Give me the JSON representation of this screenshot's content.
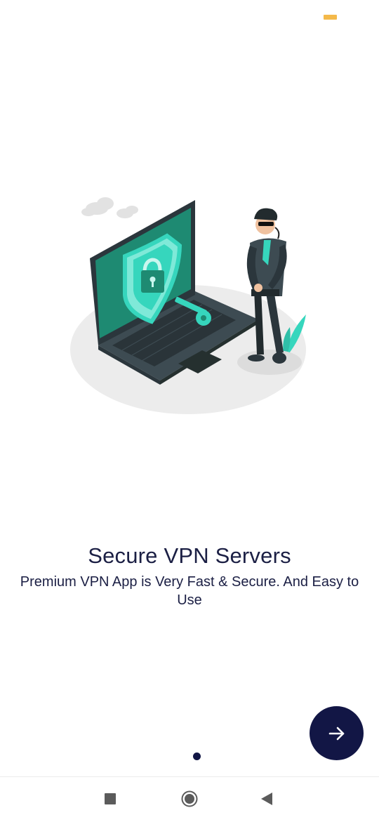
{
  "onboarding": {
    "title": "Secure VPN Servers",
    "subtitle": "Premium VPN App is Very Fast & Secure. And Easy to Use",
    "next_icon": "arrow-right-icon",
    "page_count": 1,
    "active_page": 1
  },
  "icons": {
    "status": "battery-indicator",
    "nav_recents": "square-icon",
    "nav_home": "circle-icon",
    "nav_back": "triangle-back-icon"
  },
  "colors": {
    "primary": "#121645",
    "text": "#1b1f44",
    "accent_teal": "#36d6bd",
    "screen_green": "#1e8a72",
    "status_amber": "#f4b94a"
  }
}
